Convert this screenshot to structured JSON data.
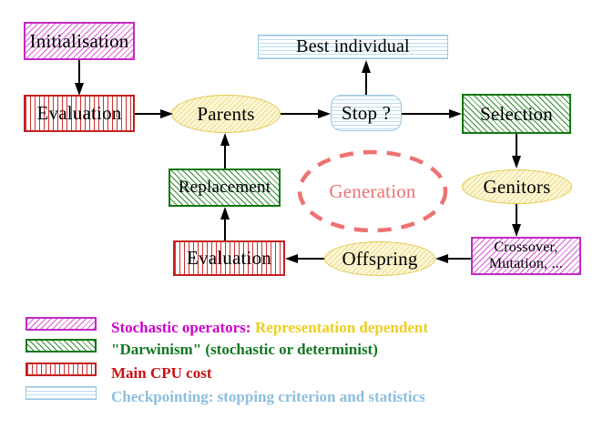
{
  "nodes": {
    "initialisation": "Initialisation",
    "evaluation_top": "Evaluation",
    "parents": "Parents",
    "best_individual": "Best individual",
    "stop": "Stop ?",
    "selection": "Selection",
    "genitors": "Genitors",
    "crossover_line1": "Crossover,",
    "crossover_line2": "Mutation, ...",
    "offspring": "Offspring",
    "evaluation_bottom": "Evaluation",
    "replacement": "Replacement",
    "generation": "Generation"
  },
  "legend": {
    "rows": [
      {
        "swatch": "magenta-diagonal-hatch",
        "text": "Stochastic operators:",
        "text2": "Representation dependent"
      },
      {
        "swatch": "green-diagonal-hatch",
        "text": "\"Darwinism\" (stochastic or determinist)"
      },
      {
        "swatch": "red-vertical-stripes",
        "text": "Main CPU cost"
      },
      {
        "swatch": "cyan-horizontal-stripes",
        "text": "Checkpointing: stopping criterion and statistics"
      }
    ]
  },
  "colors": {
    "magenta": "#c32ac3",
    "magenta_text": "#cc00cc",
    "green": "#117711",
    "green_text": "#117722",
    "red": "#c42020",
    "red_text": "#cc1111",
    "cyan": "#9cc6de",
    "cyan_text": "#8cbede",
    "yellow_border": "#e3c94f",
    "yellow_text": "#eecf1f",
    "salmon": "#ed7272",
    "arrow": "#000000",
    "node_text": "#000000",
    "background": "#ffffff"
  }
}
